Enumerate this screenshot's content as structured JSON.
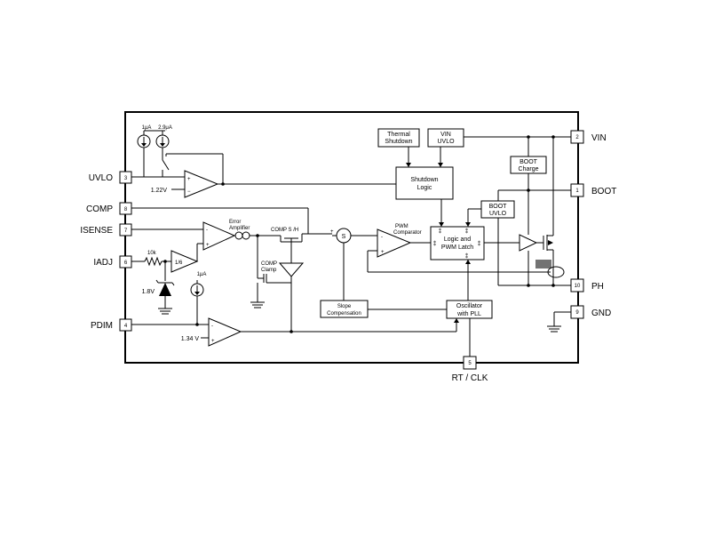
{
  "pins": {
    "uvlo": {
      "name": "UVLO",
      "number": "3"
    },
    "comp": {
      "name": "COMP",
      "number": "8"
    },
    "isense": {
      "name": "ISENSE",
      "number": "7"
    },
    "iadj": {
      "name": "IADJ",
      "number": "6"
    },
    "pdim": {
      "name": "PDIM",
      "number": "4"
    },
    "vin": {
      "name": "VIN",
      "number": "2"
    },
    "boot": {
      "name": "BOOT",
      "number": "1"
    },
    "ph": {
      "name": "PH",
      "number": "10"
    },
    "gnd": {
      "name": "GND",
      "number": "9"
    },
    "rtclk": {
      "name": "RT / CLK",
      "number": "5"
    }
  },
  "blocks": {
    "thermal_shutdown": [
      "Thermal",
      "Shutdown"
    ],
    "vin_uvlo": [
      "VIN",
      "UVLO"
    ],
    "shutdown_logic": [
      "Shutdown",
      "Logic"
    ],
    "boot_charge": [
      "BOOT",
      "Charge"
    ],
    "boot_uvlo": [
      "BOOT",
      "UVLO"
    ],
    "logic_latch": [
      "Logic and",
      "PWM Latch"
    ],
    "slope_comp": [
      "Slope",
      "Compensation"
    ],
    "oscillator": [
      "Oscillator",
      "with PLL"
    ]
  },
  "labels": {
    "i_1ua": "1μA",
    "i_29ua": "2.9μA",
    "i_1ua_b": "1μA",
    "v_122": "1.22V",
    "v_134": "1.34 V",
    "v_18": "1.8V",
    "r_10k": "10k",
    "gain": "1/6",
    "error_amp": [
      "Error",
      "Amplifier"
    ],
    "comp_sh": "COMP S /H",
    "comp_clamp": [
      "COMP",
      "Clamp"
    ],
    "pwm_comp": [
      "PWM",
      "Comparator"
    ],
    "summer": "S",
    "plus": "+",
    "minus": "−",
    "plus_sign": "+",
    "minus_sign": "-"
  }
}
